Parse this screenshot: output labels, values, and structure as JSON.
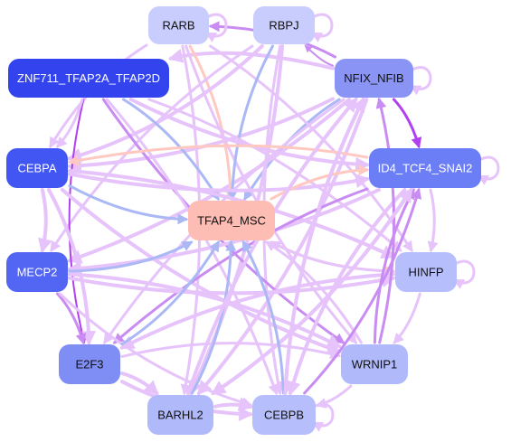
{
  "colors": {
    "edge_light": "#e6c3fa",
    "edge_purple": "#c98cf2",
    "edge_violet": "#b140f0",
    "edge_blue": "#aab8f5",
    "edge_salmon": "#ffc8c0",
    "self_loop": "#e6c3fa"
  },
  "nodes": [
    {
      "id": "RARB",
      "label": "RARB",
      "fill": "#c9cdfd",
      "text": "#111111"
    },
    {
      "id": "RBPJ",
      "label": "RBPJ",
      "fill": "#c9cdfd",
      "text": "#111111"
    },
    {
      "id": "ZNF711",
      "label": "ZNF711_TFAP2A_TFAP2D",
      "fill": "#3344ee",
      "text": "#ffffff"
    },
    {
      "id": "NFIX",
      "label": "NFIX_NFIB",
      "fill": "#8a94f4",
      "text": "#111111"
    },
    {
      "id": "CEBPA",
      "label": "CEBPA",
      "fill": "#4156f2",
      "text": "#ffffff"
    },
    {
      "id": "ID4",
      "label": "ID4_TCF4_SNAI2",
      "fill": "#6c7ef6",
      "text": "#ffffff"
    },
    {
      "id": "TFAP4",
      "label": "TFAP4_MSC",
      "fill": "#fdbcb4",
      "text": "#111111"
    },
    {
      "id": "MECP2",
      "label": "MECP2",
      "fill": "#5265f3",
      "text": "#ffffff"
    },
    {
      "id": "HINFP",
      "label": "HINFP",
      "fill": "#b6befb",
      "text": "#111111"
    },
    {
      "id": "E2F3",
      "label": "E2F3",
      "fill": "#7f8ef5",
      "text": "#111111"
    },
    {
      "id": "WRNIP1",
      "label": "WRNIP1",
      "fill": "#b0b9fa",
      "text": "#111111"
    },
    {
      "id": "BARHL2",
      "label": "BARHL2",
      "fill": "#b0b9fa",
      "text": "#111111"
    },
    {
      "id": "CEBPB",
      "label": "CEBPB",
      "fill": "#b6befb",
      "text": "#111111"
    }
  ],
  "self_loops": [
    "RARB",
    "RBPJ",
    "NFIX",
    "ID4",
    "HINFP",
    "CEBPB"
  ],
  "edges": [
    {
      "s": "NFIX",
      "t": "ID4",
      "c": "edge_violet",
      "w": 3
    },
    {
      "s": "NFIX",
      "t": "RARB",
      "c": "edge_purple",
      "w": 3
    },
    {
      "s": "NFIX",
      "t": "RBPJ",
      "c": "edge_purple",
      "w": 2
    },
    {
      "s": "NFIX",
      "t": "ZNF711",
      "c": "edge_light",
      "w": 4
    },
    {
      "s": "NFIX",
      "t": "CEBPA",
      "c": "edge_light",
      "w": 4
    },
    {
      "s": "NFIX",
      "t": "TFAP4",
      "c": "edge_blue",
      "w": 3
    },
    {
      "s": "NFIX",
      "t": "MECP2",
      "c": "edge_light",
      "w": 4
    },
    {
      "s": "NFIX",
      "t": "E2F3",
      "c": "edge_light",
      "w": 3
    },
    {
      "s": "NFIX",
      "t": "BARHL2",
      "c": "edge_light",
      "w": 4
    },
    {
      "s": "NFIX",
      "t": "CEBPB",
      "c": "edge_light",
      "w": 4
    },
    {
      "s": "RARB",
      "t": "TFAP4",
      "c": "edge_salmon",
      "w": 3
    },
    {
      "s": "RARB",
      "t": "CEBPA",
      "c": "edge_light",
      "w": 3
    },
    {
      "s": "RARB",
      "t": "HINFP",
      "c": "edge_light",
      "w": 3
    },
    {
      "s": "RARB",
      "t": "WRNIP1",
      "c": "edge_light",
      "w": 3
    },
    {
      "s": "RARB",
      "t": "BARHL2",
      "c": "edge_light",
      "w": 3
    },
    {
      "s": "RBPJ",
      "t": "TFAP4",
      "c": "edge_blue",
      "w": 3
    },
    {
      "s": "RBPJ",
      "t": "CEBPA",
      "c": "edge_light",
      "w": 4
    },
    {
      "s": "RBPJ",
      "t": "MECP2",
      "c": "edge_light",
      "w": 3
    },
    {
      "s": "RBPJ",
      "t": "BARHL2",
      "c": "edge_light",
      "w": 4
    },
    {
      "s": "RBPJ",
      "t": "CEBPB",
      "c": "edge_light",
      "w": 3
    },
    {
      "s": "ZNF711",
      "t": "TFAP4",
      "c": "edge_blue",
      "w": 3
    },
    {
      "s": "ZNF711",
      "t": "E2F3",
      "c": "edge_violet",
      "w": 2
    },
    {
      "s": "ZNF711",
      "t": "CEBPA",
      "c": "edge_light",
      "w": 3
    },
    {
      "s": "ZNF711",
      "t": "ID4",
      "c": "edge_light",
      "w": 4
    },
    {
      "s": "ZNF711",
      "t": "HINFP",
      "c": "edge_light",
      "w": 3
    },
    {
      "s": "ZNF711",
      "t": "WRNIP1",
      "c": "edge_purple",
      "w": 3
    },
    {
      "s": "ZNF711",
      "t": "CEBPB",
      "c": "edge_light",
      "w": 3
    },
    {
      "s": "CEBPA",
      "t": "TFAP4",
      "c": "edge_blue",
      "w": 3
    },
    {
      "s": "CEBPA",
      "t": "MECP2",
      "c": "edge_light",
      "w": 4
    },
    {
      "s": "CEBPA",
      "t": "ID4",
      "c": "edge_light",
      "w": 4
    },
    {
      "s": "CEBPA",
      "t": "HINFP",
      "c": "edge_light",
      "w": 4
    },
    {
      "s": "CEBPA",
      "t": "WRNIP1",
      "c": "edge_light",
      "w": 4
    },
    {
      "s": "CEBPA",
      "t": "E2F3",
      "c": "edge_light",
      "w": 4
    },
    {
      "s": "ID4",
      "t": "CEBPA",
      "c": "edge_salmon",
      "w": 3
    },
    {
      "s": "TFAP4",
      "t": "ID4",
      "c": "edge_salmon",
      "w": 3
    },
    {
      "s": "TFAP4",
      "t": "HINFP",
      "c": "edge_salmon",
      "w": 3
    },
    {
      "s": "ID4",
      "t": "MECP2",
      "c": "edge_light",
      "w": 4
    },
    {
      "s": "ID4",
      "t": "E2F3",
      "c": "edge_purple",
      "w": 3
    },
    {
      "s": "ID4",
      "t": "BARHL2",
      "c": "edge_light",
      "w": 4
    },
    {
      "s": "ID4",
      "t": "CEBPB",
      "c": "edge_light",
      "w": 4
    },
    {
      "s": "ID4",
      "t": "HINFP",
      "c": "edge_light",
      "w": 3
    },
    {
      "s": "MECP2",
      "t": "TFAP4",
      "c": "edge_blue",
      "w": 3
    },
    {
      "s": "MECP2",
      "t": "E2F3",
      "c": "edge_purple",
      "w": 3
    },
    {
      "s": "MECP2",
      "t": "HINFP",
      "c": "edge_light",
      "w": 4
    },
    {
      "s": "MECP2",
      "t": "WRNIP1",
      "c": "edge_light",
      "w": 4
    },
    {
      "s": "MECP2",
      "t": "CEBPB",
      "c": "edge_light",
      "w": 3
    },
    {
      "s": "HINFP",
      "t": "TFAP4",
      "c": "edge_light",
      "w": 3
    },
    {
      "s": "HINFP",
      "t": "E2F3",
      "c": "edge_light",
      "w": 4
    },
    {
      "s": "HINFP",
      "t": "WRNIP1",
      "c": "edge_light",
      "w": 3
    },
    {
      "s": "E2F3",
      "t": "TFAP4",
      "c": "edge_blue",
      "w": 3
    },
    {
      "s": "E2F3",
      "t": "BARHL2",
      "c": "edge_light",
      "w": 4
    },
    {
      "s": "E2F3",
      "t": "CEBPB",
      "c": "edge_light",
      "w": 4
    },
    {
      "s": "E2F3",
      "t": "WRNIP1",
      "c": "edge_light",
      "w": 3
    },
    {
      "s": "WRNIP1",
      "t": "TFAP4",
      "c": "edge_light",
      "w": 3
    },
    {
      "s": "WRNIP1",
      "t": "CEBPB",
      "c": "edge_light",
      "w": 3
    },
    {
      "s": "WRNIP1",
      "t": "NFIX",
      "c": "edge_purple",
      "w": 3
    },
    {
      "s": "WRNIP1",
      "t": "ID4",
      "c": "edge_purple",
      "w": 3
    },
    {
      "s": "BARHL2",
      "t": "TFAP4",
      "c": "edge_blue",
      "w": 3
    },
    {
      "s": "BARHL2",
      "t": "CEBPB",
      "c": "edge_light",
      "w": 4
    },
    {
      "s": "BARHL2",
      "t": "ID4",
      "c": "edge_light",
      "w": 4
    },
    {
      "s": "BARHL2",
      "t": "NFIX",
      "c": "edge_light",
      "w": 4
    },
    {
      "s": "CEBPB",
      "t": "TFAP4",
      "c": "edge_blue",
      "w": 3
    },
    {
      "s": "CEBPB",
      "t": "NFIX",
      "c": "edge_light",
      "w": 4
    },
    {
      "s": "CEBPB",
      "t": "ID4",
      "c": "edge_purple",
      "w": 3
    }
  ]
}
